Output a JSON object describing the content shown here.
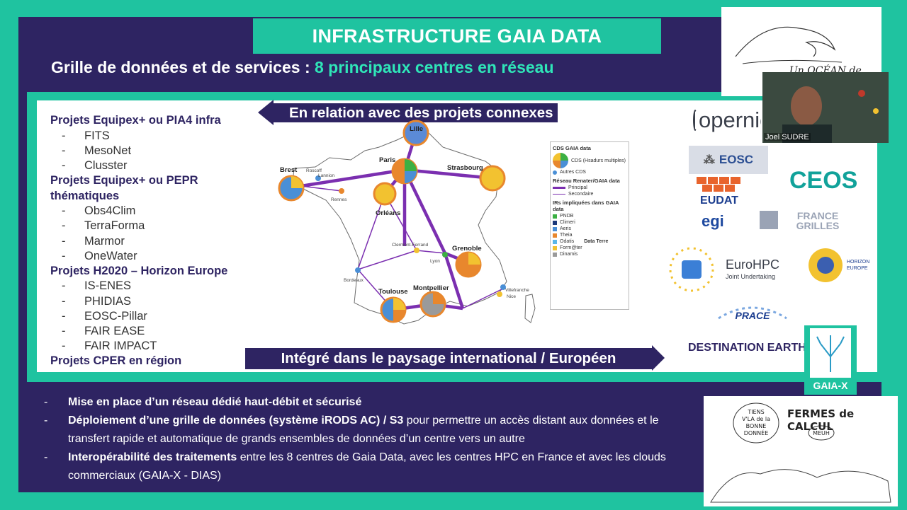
{
  "title": "INFRASTRUCTURE GAIA DATA",
  "subtitle": {
    "lead": "Grille de données et de services :",
    "highlight": "8 principaux centres en réseau"
  },
  "banners": {
    "top": "En relation avec des projets connexes",
    "bottom": "Intégré dans le paysage international / Européen"
  },
  "projects": [
    {
      "heading": "Projets Equipex+ ou PIA4 infra",
      "items": [
        "FITS",
        "MesoNet",
        "Clusster"
      ]
    },
    {
      "heading": "Projets Equipex+ ou PEPR thématiques",
      "items": [
        "Obs4Clim",
        "TerraForma",
        "Marmor",
        "OneWater"
      ]
    },
    {
      "heading": "Projets H2020 – Horizon Europe",
      "items": [
        "IS-ENES",
        "PHIDIAS",
        "EOSC-Pillar",
        "FAIR EASE",
        "FAIR IMPACT"
      ]
    },
    {
      "heading": "Projets CPER en région",
      "items": []
    }
  ],
  "bullet_dash": "-",
  "map": {
    "cities": {
      "lille": "Lille",
      "paris": "Paris",
      "strasbourg": "Strasbourg",
      "brest": "Brest",
      "roscoff": "Roscoff",
      "lannion": "Lannion",
      "rennes": "Rennes",
      "orleans": "Orléans",
      "clermont": "Clermont-Ferrand",
      "lyon": "Lyon",
      "grenoble": "Grenoble",
      "bordeaux": "Bordeaux",
      "toulouse": "Toulouse",
      "montpellier": "Montpellier",
      "villefranche": "Villefranche",
      "nice": "Nice"
    },
    "legend": {
      "title1": "CDS GAIA data",
      "cds": "CDS (Hsadurs multiples)",
      "autres": "Autres CDS",
      "title2": "Réseau Renater/GAIA data",
      "principal": "Principal",
      "secondaire": "Secondaire",
      "title3": "IRs impliquées dans GAIA data",
      "irs": [
        "PNDB",
        "Climeri",
        "Aeris",
        "Theia",
        "Odatis",
        "Form@ter",
        "Dinamis"
      ],
      "data_terre": "Data Terre",
      "colors": [
        "#3cb043",
        "#1d3a7a",
        "#4a8fd6",
        "#e8872d",
        "#5bb7e8",
        "#f2c230",
        "#9a9a9a"
      ]
    }
  },
  "logos": {
    "copernicus": "opernicus",
    "eosc": "EOSC",
    "eudat": "EUDAT",
    "ceos": "CEOS",
    "egi": "egi",
    "france_grilles_1": "FRANCE",
    "france_grilles_2": "GRILLES",
    "eurohpc_1": "EuroHPC",
    "eurohpc_2": "Joint Undertaking",
    "horizon_1": "HORIZON",
    "horizon_2": "EUROPE",
    "prace": "PRACE",
    "destination_earth": "DESTINATION EARTH",
    "gaiax": "GAIA-X"
  },
  "overlays": {
    "ocean_caption": "Un OCÉAN de",
    "speaker_name": "Joel SUDRE",
    "fermes_title": "FERMES de CALCUL",
    "bubble1_1": "TIENS",
    "bubble1_2": "V'LA de la",
    "bubble1_3": "BONNE",
    "bubble1_4": "DONNÉE",
    "bubble2": "MEUH"
  },
  "bullets": [
    {
      "bold": "Mise en place d’un réseau dédié haut-débit et sécurisé",
      "text": ""
    },
    {
      "bold": "Déploiement d’une grille de données (système iRODS AC) / S3",
      "text": " pour permettre un accès distant aux données et le transfert rapide et automatique de grands ensembles de données d’un centre vers un autre"
    },
    {
      "bold": "Interopérabilité des traitements",
      "text": " entre les 8 centres de Gaia Data, avec les centres HPC en France et avec les clouds commerciaux (GAIA-X - DIAS)"
    }
  ],
  "colors": {
    "teal": "#1fc3a0",
    "navy": "#2e2462",
    "highlight": "#2fe6b8",
    "network": "#7b2fb0"
  }
}
